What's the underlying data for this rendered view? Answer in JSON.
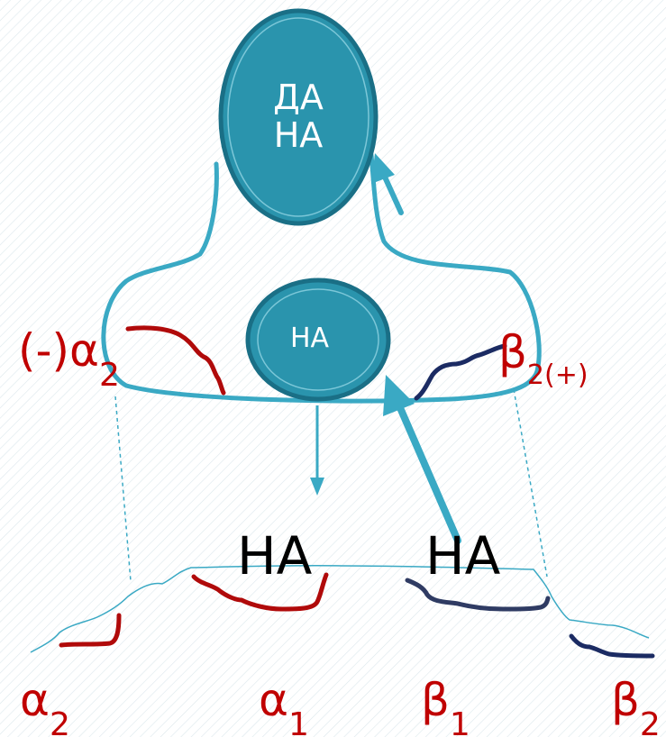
{
  "colors": {
    "background": "#ffffff",
    "hatch": "#dce7ec",
    "node_fill": "#2a94ad",
    "node_stroke": "#1a6f86",
    "outline": "#3aa9c4",
    "red_line": "#b00a0a",
    "navy_line": "#1b2b63",
    "label_red": "#c00000",
    "label_black": "#000000"
  },
  "nodes": {
    "top": {
      "line1": "ДА",
      "line2": "НА"
    },
    "middle": {
      "text": "НА"
    }
  },
  "labels": {
    "alpha2_left": {
      "prefix": "(-)α",
      "sub": "2"
    },
    "beta2_right": {
      "prefix": "β",
      "sub": "2(+)"
    },
    "ha_left": "НА",
    "ha_right": "НА",
    "bottom": {
      "a2": {
        "main": "α",
        "sub": "2"
      },
      "a1": {
        "main": "α",
        "sub": "1"
      },
      "b1": {
        "main": "β",
        "sub": "1"
      },
      "b2": {
        "main": "β",
        "sub": "2"
      }
    }
  }
}
